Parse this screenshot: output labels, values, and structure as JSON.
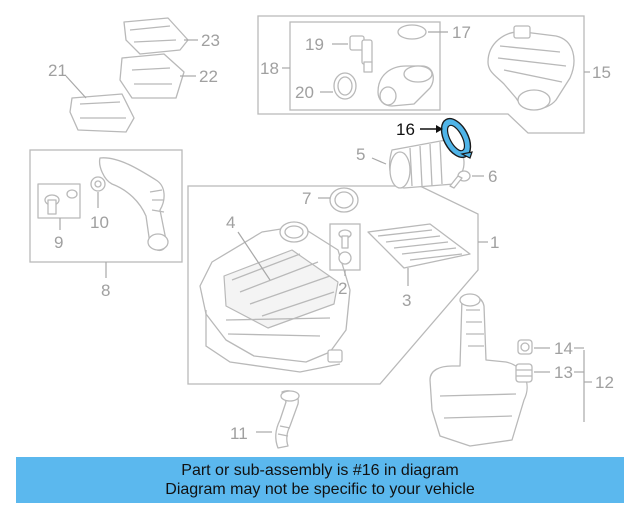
{
  "callouts": {
    "c1": "1",
    "c2": "2",
    "c3": "3",
    "c4": "4",
    "c5": "5",
    "c6": "6",
    "c7": "7",
    "c8": "8",
    "c9": "9",
    "c10": "10",
    "c11": "11",
    "c12": "12",
    "c13": "13",
    "c14": "14",
    "c15": "15",
    "c16": "16",
    "c17": "17",
    "c18": "18",
    "c19": "19",
    "c20": "20",
    "c21": "21",
    "c22": "22",
    "c23": "23"
  },
  "highlight": {
    "part_number": "16",
    "color": "#4fb4e8"
  },
  "banner": {
    "line1": "Part or sub-assembly is #16 in diagram",
    "line2": "Diagram may not be specific to your vehicle",
    "color": "#5bb8ee"
  }
}
